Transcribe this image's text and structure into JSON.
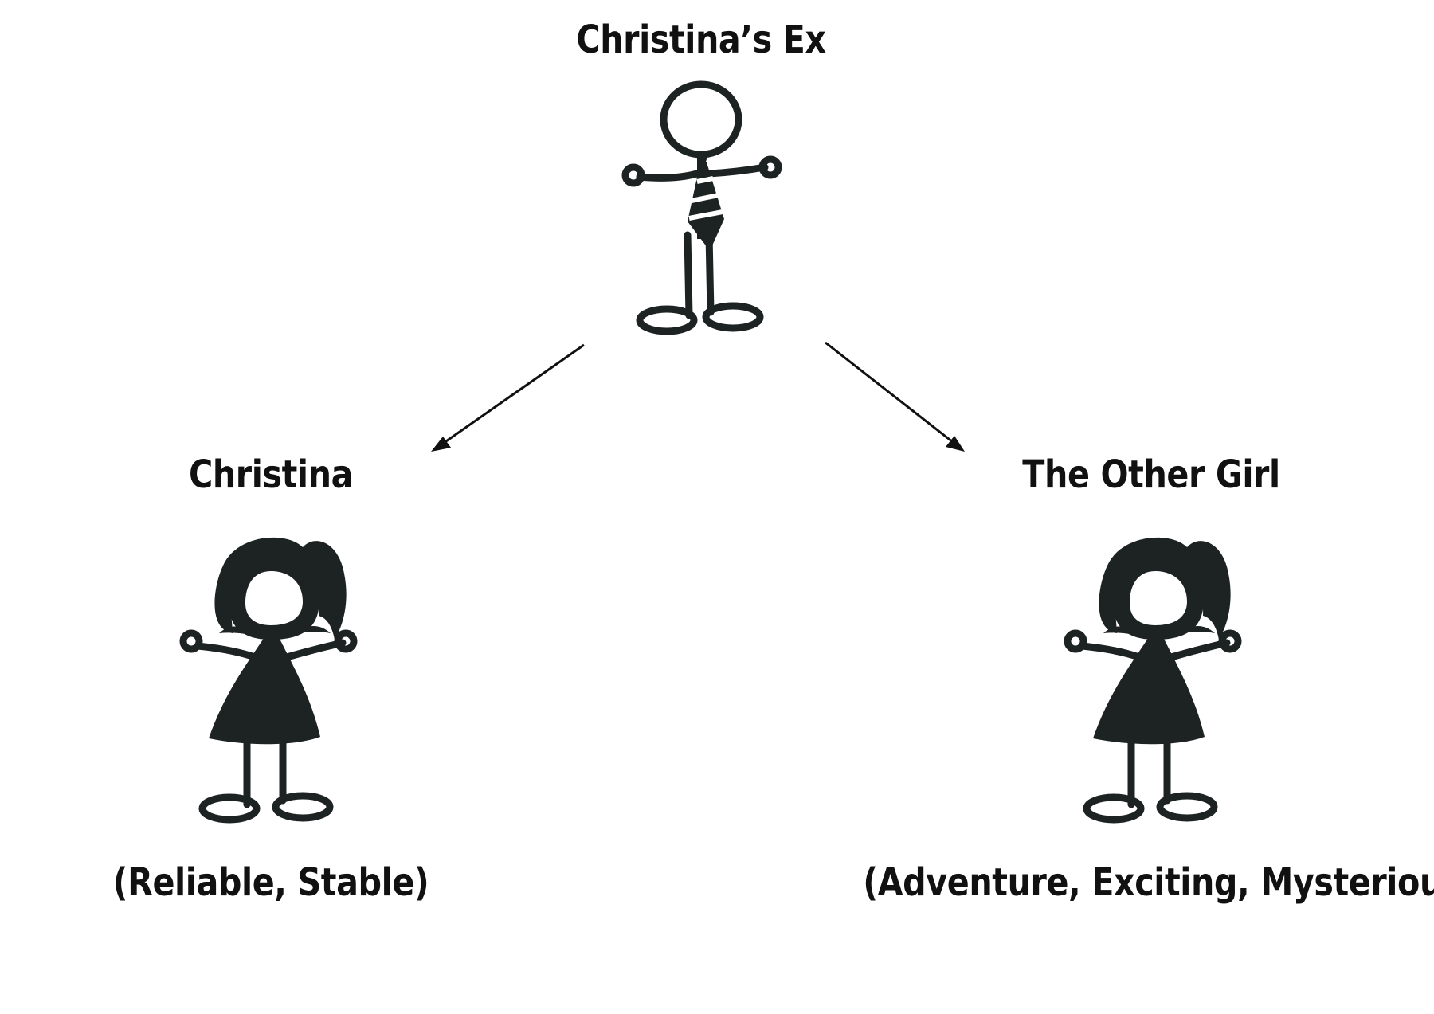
{
  "people": {
    "ex": {
      "name": "Christina’s Ex"
    },
    "christina": {
      "name": "Christina",
      "traits": "(Reliable, Stable)"
    },
    "other_girl": {
      "name": "The Other Girl",
      "traits": "(Adventure, Exciting, Mysterious)"
    }
  },
  "colors": {
    "ink": "#1c2322",
    "text": "#111111",
    "background": "#ffffff"
  },
  "icons": [
    "stick-figure-man-with-tie",
    "stick-figure-woman-in-dress",
    "arrow"
  ]
}
